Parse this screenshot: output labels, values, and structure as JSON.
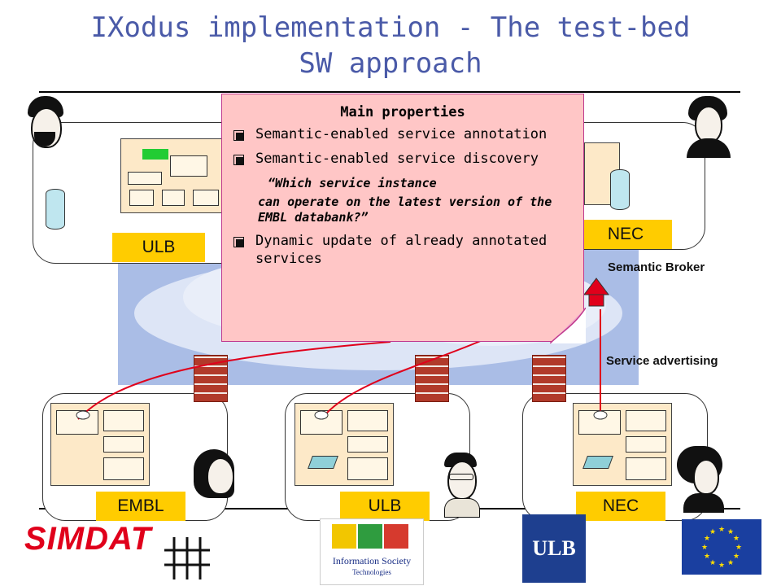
{
  "slide": {
    "title_line1": "IXodus implementation - The test-bed",
    "title_line2": "SW approach"
  },
  "callout": {
    "heading": "Main properties",
    "bullets": [
      "Semantic-enabled service annotation",
      "Semantic-enabled service discovery"
    ],
    "quote_line1": "“Which service instance",
    "quote_line2": "can operate on the latest version of the EMBL databank?”",
    "bullet3": "Dynamic update of already annotated services"
  },
  "labels": {
    "semantic_broker": "Semantic Broker",
    "service_advertising": "Service advertising"
  },
  "tags": {
    "top_left": "ULB",
    "top_right": "NEC",
    "bottom_left": "EMBL",
    "bottom_mid": "ULB",
    "bottom_right": "NEC"
  },
  "logos": {
    "simdat": "SIMDAT",
    "ist_line1": "Information Society",
    "ist_line2": "Technologies",
    "ulb": "ULB"
  },
  "colors": {
    "title": "#4a5aa8",
    "tag": "#ffcc00",
    "cloud": "#aabde6",
    "callout": "#ffc6c6",
    "arrow": "#e0001b",
    "eu_blue": "#1a3fa0",
    "eu_star": "#ffdd00"
  }
}
